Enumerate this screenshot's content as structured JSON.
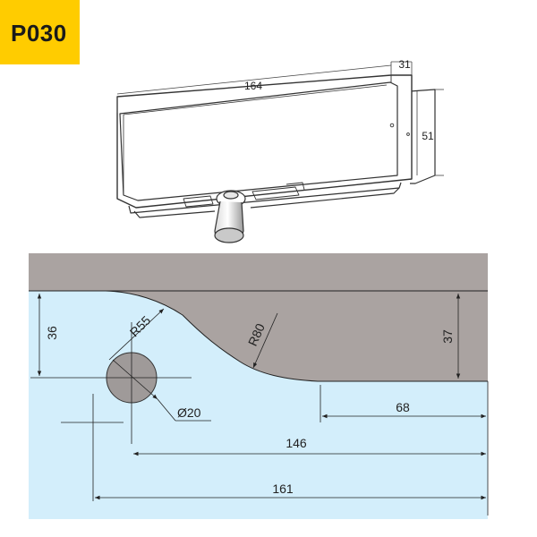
{
  "product_code": "P030",
  "colors": {
    "badge": "#ffcc00",
    "glass": "#d3eefb",
    "metal": "#aaa3a1",
    "hole": "#9f9a99",
    "line": "#222222"
  },
  "top_view": {
    "length_label": "164",
    "depth_label": "31",
    "height_label": "51"
  },
  "cutout": {
    "edge_depth": "36",
    "notch_depth": "37",
    "radius_small": "R55",
    "radius_large": "R80",
    "hole_diameter": "Ø20",
    "notch_length": "68",
    "hole_offset": "146",
    "overall_length": "161"
  }
}
